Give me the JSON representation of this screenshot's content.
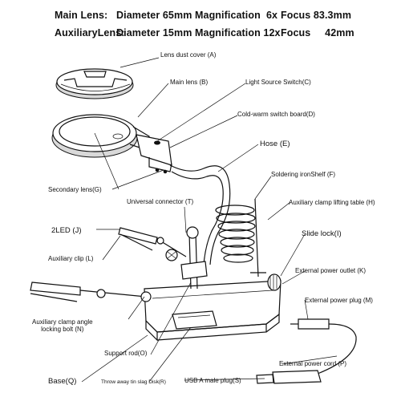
{
  "specs": {
    "main": {
      "name": "Main Lens:",
      "diameter": "Diameter 65mm",
      "magnification": "Magnification  6x",
      "focus": "Focus 83.3mm"
    },
    "aux": {
      "name": "AuxiliaryLens:",
      "diameter": "Diameter 15mm",
      "magnification": "Magnification 12x",
      "focus": "Focus     42mm"
    }
  },
  "labels": {
    "lens_dust_cover": "Lens dust cover (A)",
    "main_lens": "Main lens (B)",
    "light_source_switch": "Light Source Switch(C)",
    "cold_warm_switch": "Cold-warm switch board(D)",
    "hose": "Hose (E)",
    "soldering_shelf": "Soldering ironShelf (F)",
    "secondary_lens": "Secondary lens(G)",
    "aux_clamp_lifting_table": "Auxiliary clamp lifting table (H)",
    "slide_lock": "Slide lock(I)",
    "universal_connector": "Universal connector (T)",
    "led": "2LED (J)",
    "external_power_outlet": "External power outlet (K)",
    "auxiliary_clip": "Auxiliary clip (L)",
    "external_power_plug": "External power plug (M)",
    "aux_clamp_angle_bolt_1": "Auxiliary clamp angle",
    "aux_clamp_angle_bolt_2": "locking bolt (N)",
    "support_rod": "Support rod(O)",
    "external_power_cord": "External power cord (P)",
    "base": "Base(Q)",
    "throw_away_tin_slag_disk": "Throw away tin slag Disk(R)",
    "usb_plug": "USB  A male plug(S)"
  }
}
